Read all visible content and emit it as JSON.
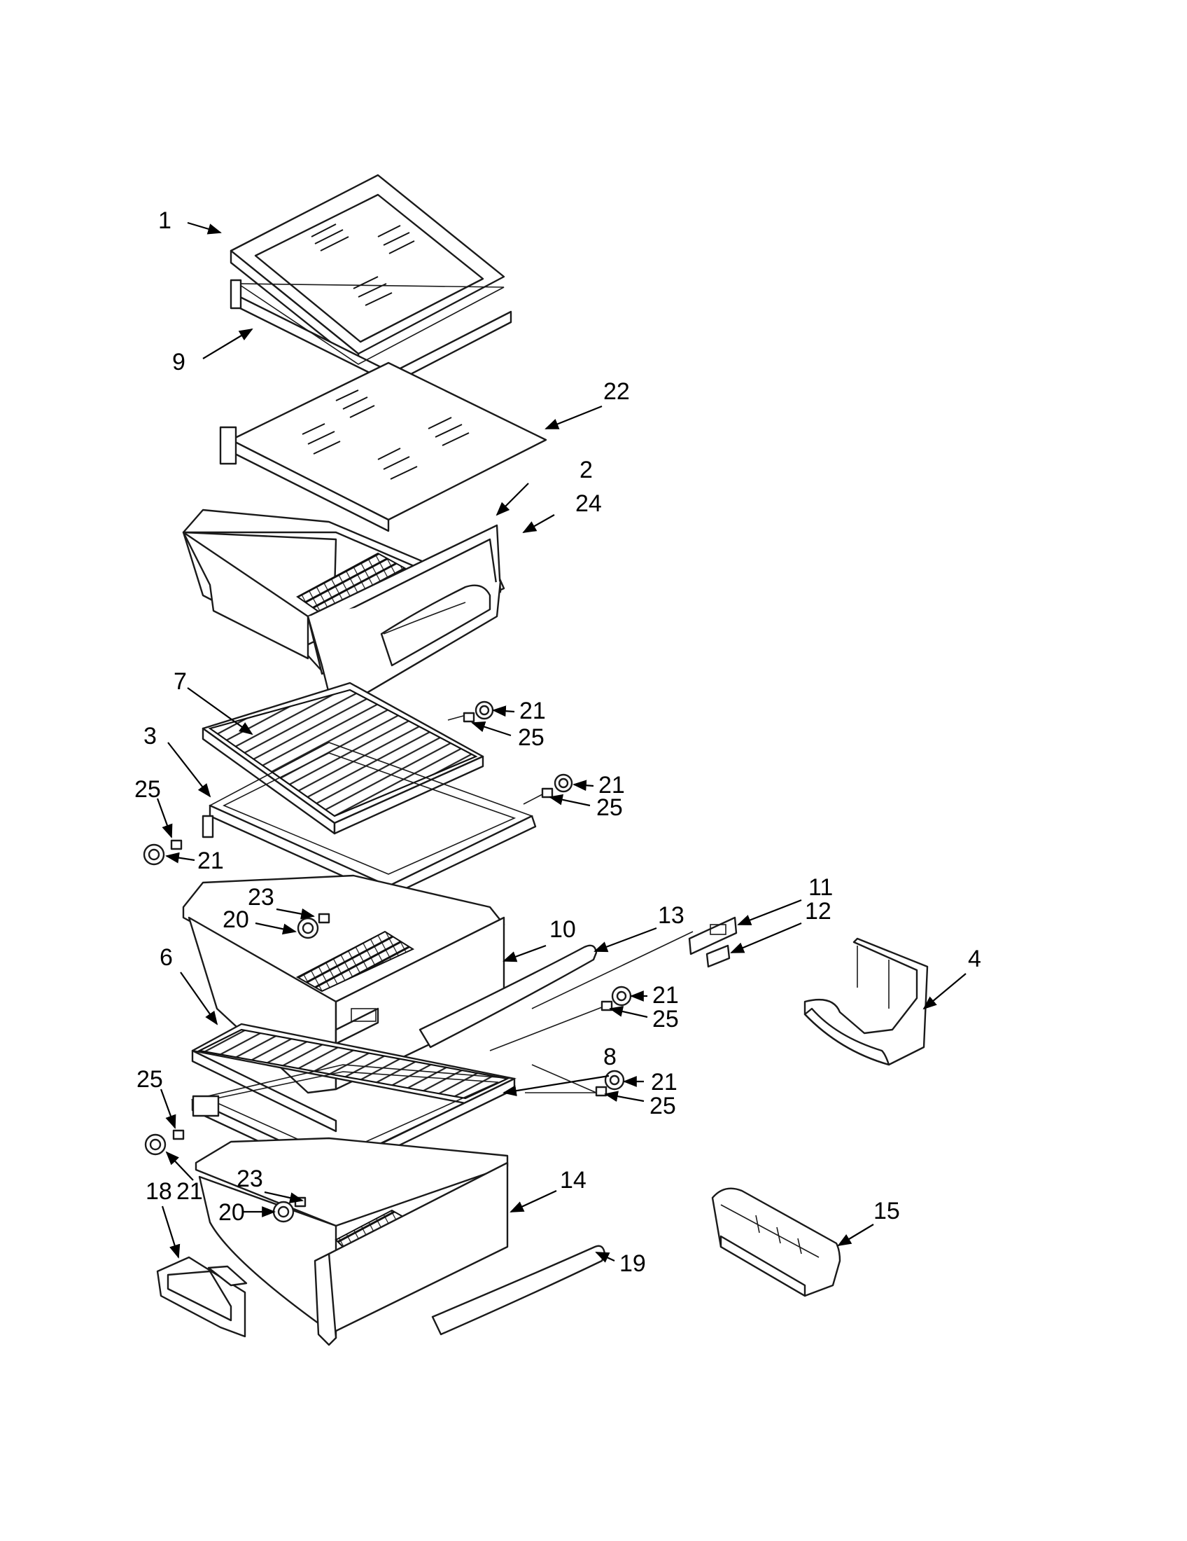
{
  "diagram": {
    "callouts": [
      "1",
      "9",
      "22",
      "2",
      "24",
      "7",
      "21",
      "25",
      "3",
      "21",
      "25",
      "25",
      "21",
      "23",
      "20",
      "10",
      "13",
      "11",
      "12",
      "4",
      "6",
      "21",
      "25",
      "8",
      "21",
      "25",
      "25",
      "21",
      "23",
      "20",
      "14",
      "18",
      "15",
      "19"
    ]
  }
}
